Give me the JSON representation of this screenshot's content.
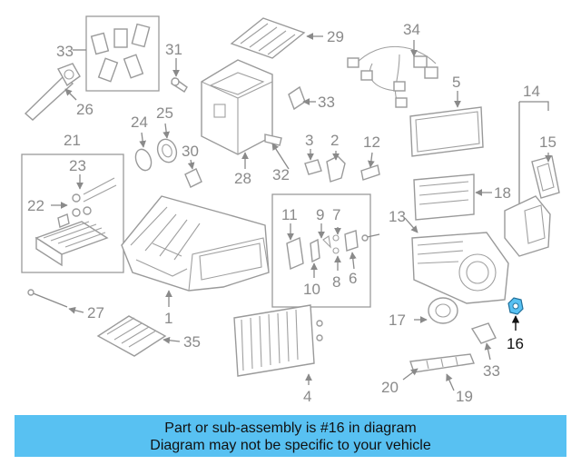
{
  "labels": {
    "l1": "1",
    "l2": "2",
    "l3": "3",
    "l4": "4",
    "l5": "5",
    "l6": "6",
    "l7": "7",
    "l8": "8",
    "l9": "9",
    "l10": "10",
    "l11": "11",
    "l12": "12",
    "l13": "13",
    "l14": "14",
    "l15": "15",
    "l16": "16",
    "l17": "17",
    "l18": "18",
    "l19": "19",
    "l20": "20",
    "l21": "21",
    "l22": "22",
    "l23": "23",
    "l24": "24",
    "l25": "25",
    "l26": "26",
    "l27": "27",
    "l28": "28",
    "l29": "29",
    "l30": "30",
    "l31": "31",
    "l32": "32",
    "l33a": "33",
    "l33b": "33",
    "l33c": "33",
    "l34": "34",
    "l35": "35"
  },
  "highlight": {
    "part_number": "16",
    "color": "#58c1f2"
  },
  "banner": {
    "line1": "Part or sub-assembly is #16 in diagram",
    "line2": "Diagram may not be specific to your vehicle",
    "color": "#58c1f2"
  }
}
